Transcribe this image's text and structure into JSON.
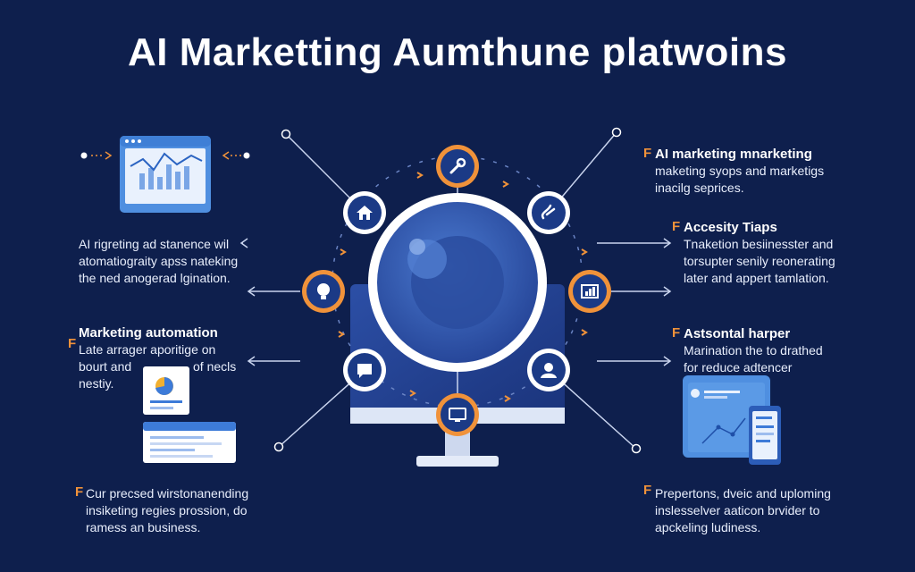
{
  "title": "AI Marketting Aumthune platwoins",
  "colors": {
    "background": "#0e1f4d",
    "accent_orange": "#f0923a",
    "node_blue": "#1b3a86",
    "lens_blue": "#3d6cc4",
    "connector": "#c9d4ee"
  },
  "left_blocks": [
    {
      "head": "",
      "lines": [
        "AI rigreting ad stanence wil",
        "atomatiograity apss nateking",
        "the ned anogerad lgination."
      ]
    },
    {
      "head": "Marketing automation",
      "marker": "F",
      "lines": [
        "Late arrager aporitige on",
        "bourt and",
        "nestiy."
      ],
      "extra": "of necls"
    },
    {
      "head": "",
      "marker": "F",
      "lines": [
        "Cur precsed wirstonanending",
        "insiketing regies prossion, do",
        "ramess an business."
      ]
    }
  ],
  "right_blocks": [
    {
      "head": "AI marketing mnarketing",
      "marker": "F",
      "lines": [
        "maketing syops and marketigs",
        "inacilg seprices."
      ]
    },
    {
      "head": "Accesity Tiaps",
      "marker": "F",
      "lines": [
        "Tnaketion besiinesster and",
        "torsupter senily reonerating",
        "later and appert tamlation."
      ]
    },
    {
      "head": "Astsontal harper",
      "marker": "F",
      "lines": [
        "Marination the to drathed",
        "for reduce adtencer"
      ]
    },
    {
      "head": "",
      "marker": "F",
      "lines": [
        "Prepertons, dveic and uploming",
        "inslesselver aaticon brvider to",
        "apckeling ludiness."
      ]
    }
  ],
  "nodes": [
    {
      "name": "tools-icon",
      "ring": "orange"
    },
    {
      "name": "home-icon",
      "ring": "white"
    },
    {
      "name": "link-icon",
      "ring": "white"
    },
    {
      "name": "lightbulb-icon",
      "ring": "orange"
    },
    {
      "name": "bar-chart-icon",
      "ring": "orange"
    },
    {
      "name": "chat-icon",
      "ring": "white"
    },
    {
      "name": "user-icon",
      "ring": "white"
    },
    {
      "name": "monitor-icon",
      "ring": "orange"
    }
  ]
}
